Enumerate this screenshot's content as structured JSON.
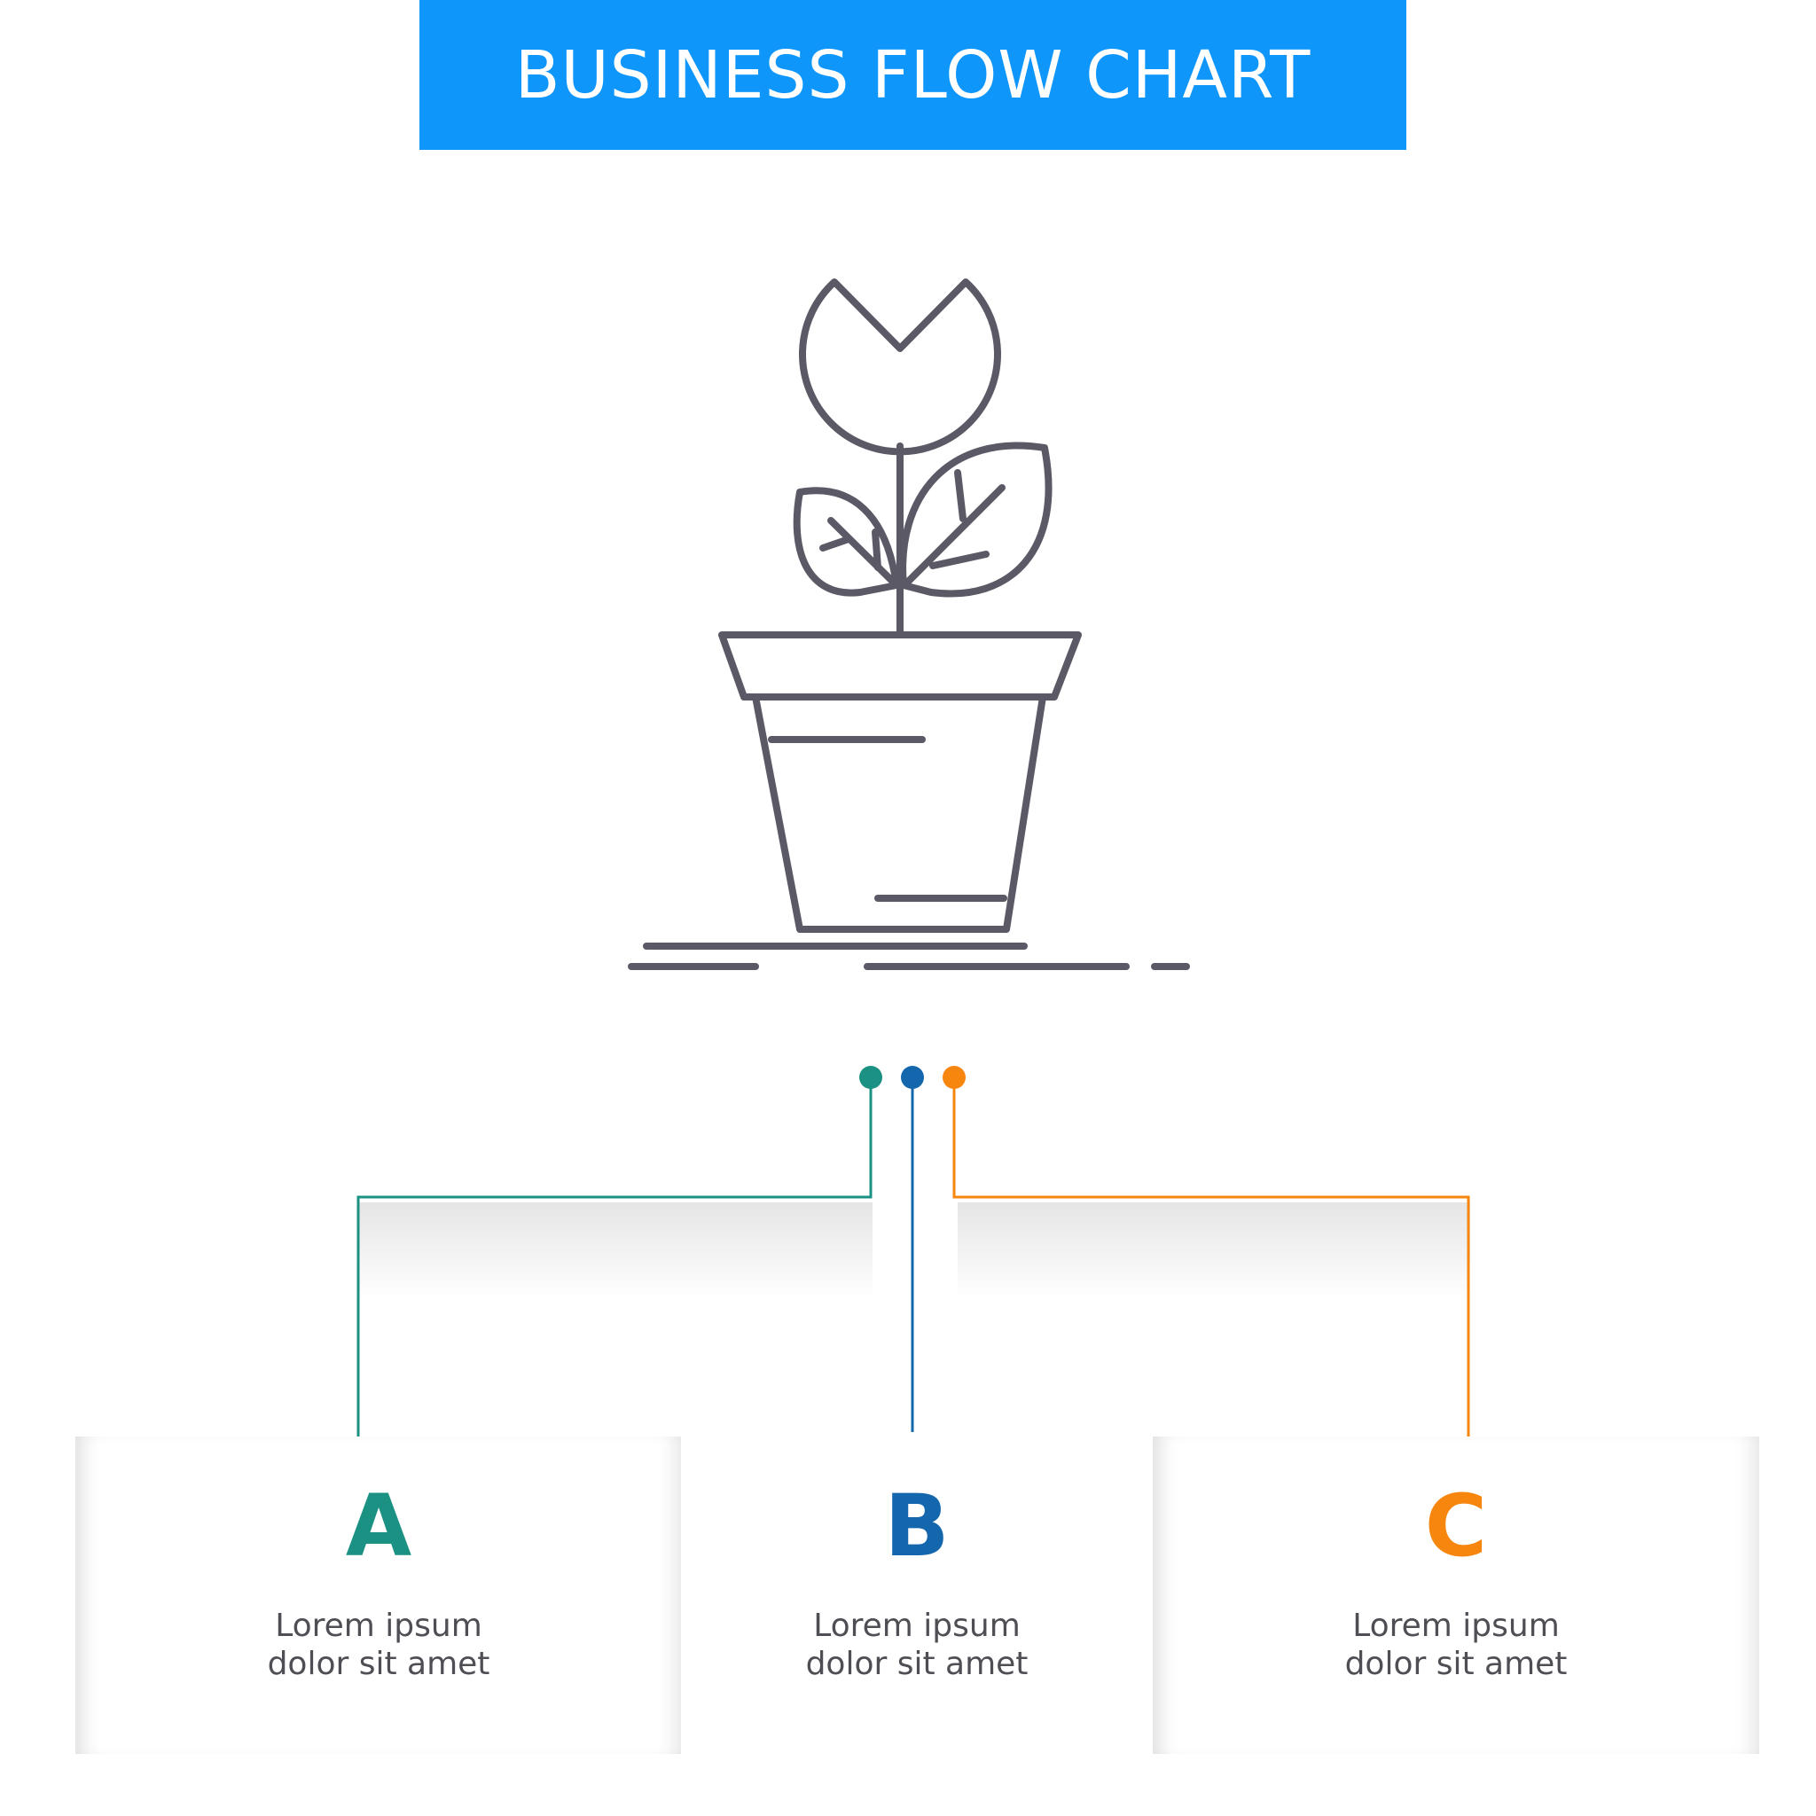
{
  "header": {
    "title": "BUSINESS FLOW CHART"
  },
  "colors": {
    "banner": "#0f96fb",
    "a": "#1b9184",
    "b": "#1467ad",
    "c": "#f7860f",
    "icon_stroke": "#5a5965",
    "text": "#4e4e55"
  },
  "icon": {
    "name": "potted-plant-icon"
  },
  "steps": [
    {
      "letter": "A",
      "line1": "Lorem ipsum",
      "line2": "dolor sit amet"
    },
    {
      "letter": "B",
      "line1": "Lorem ipsum",
      "line2": "dolor sit amet"
    },
    {
      "letter": "C",
      "line1": "Lorem ipsum",
      "line2": "dolor sit amet"
    }
  ]
}
